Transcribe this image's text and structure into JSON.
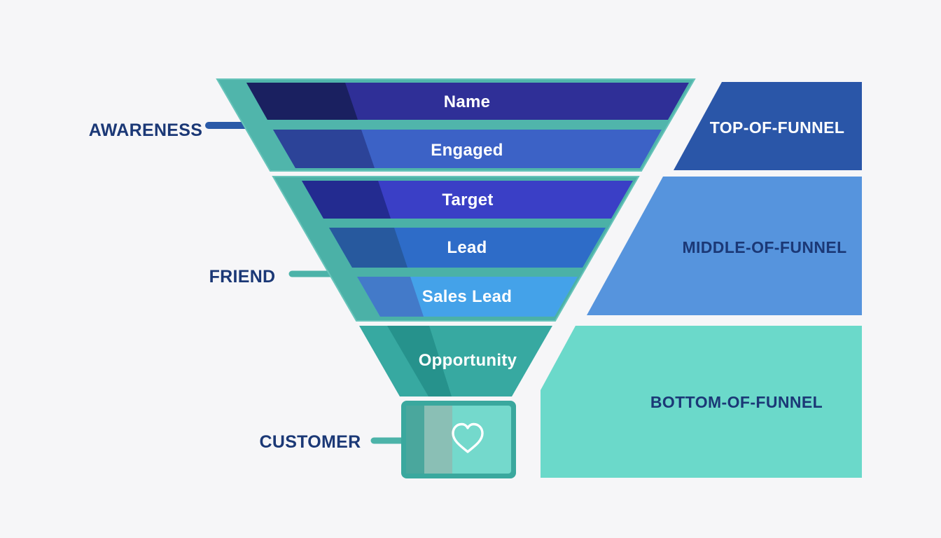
{
  "colors": {
    "background": "#f6f6f8",
    "teal_section_top": "#50b5ab",
    "teal_section_mid": "#4bb1a7",
    "teal_edge_highlight": "#67c4ba",
    "navy_text": "#1b3876",
    "white": "#ffffff",
    "heart_box_border": "#3aa89e",
    "heart_box_fill": "#74d9cc",
    "heart_box_stripe": "#8abfb5",
    "heart_box_left_band": "#4aa79d"
  },
  "funnel": {
    "stages": [
      {
        "label": "Name",
        "fill": "#2f2f97",
        "fill_dark": "#1a2060"
      },
      {
        "label": "Engaged",
        "fill": "#3c62c6",
        "fill_dark": "#2c4398"
      },
      {
        "label": "Target",
        "fill": "#3a3fc6",
        "fill_dark": "#232b90"
      },
      {
        "label": "Lead",
        "fill": "#2e6cc8",
        "fill_dark": "#27599e"
      },
      {
        "label": "Sales Lead",
        "fill": "#44a2e9",
        "fill_dark": "#437ac9"
      },
      {
        "label": "Opportunity",
        "fill": "#37a9a1",
        "fill_dark": "#26928c"
      }
    ]
  },
  "side_labels": [
    {
      "label": "AWARENESS",
      "line_color": "#2b5aa8"
    },
    {
      "label": "FRIEND",
      "line_color": "#4cb3a9"
    },
    {
      "label": "CUSTOMER",
      "line_color": "#4cb3a9"
    }
  ],
  "zones": [
    {
      "label": "TOP-OF-FUNNEL",
      "fill": "#2a56a8",
      "text_color": "#ffffff"
    },
    {
      "label": "MIDDLE-OF-FUNNEL",
      "fill": "#5694dd",
      "text_color": "#1b3876"
    },
    {
      "label": "BOTTOM-OF-FUNNEL",
      "fill": "#6bd9ca",
      "text_color": "#1b3876"
    }
  ],
  "icons": {
    "customer_heart": "heart-icon"
  }
}
